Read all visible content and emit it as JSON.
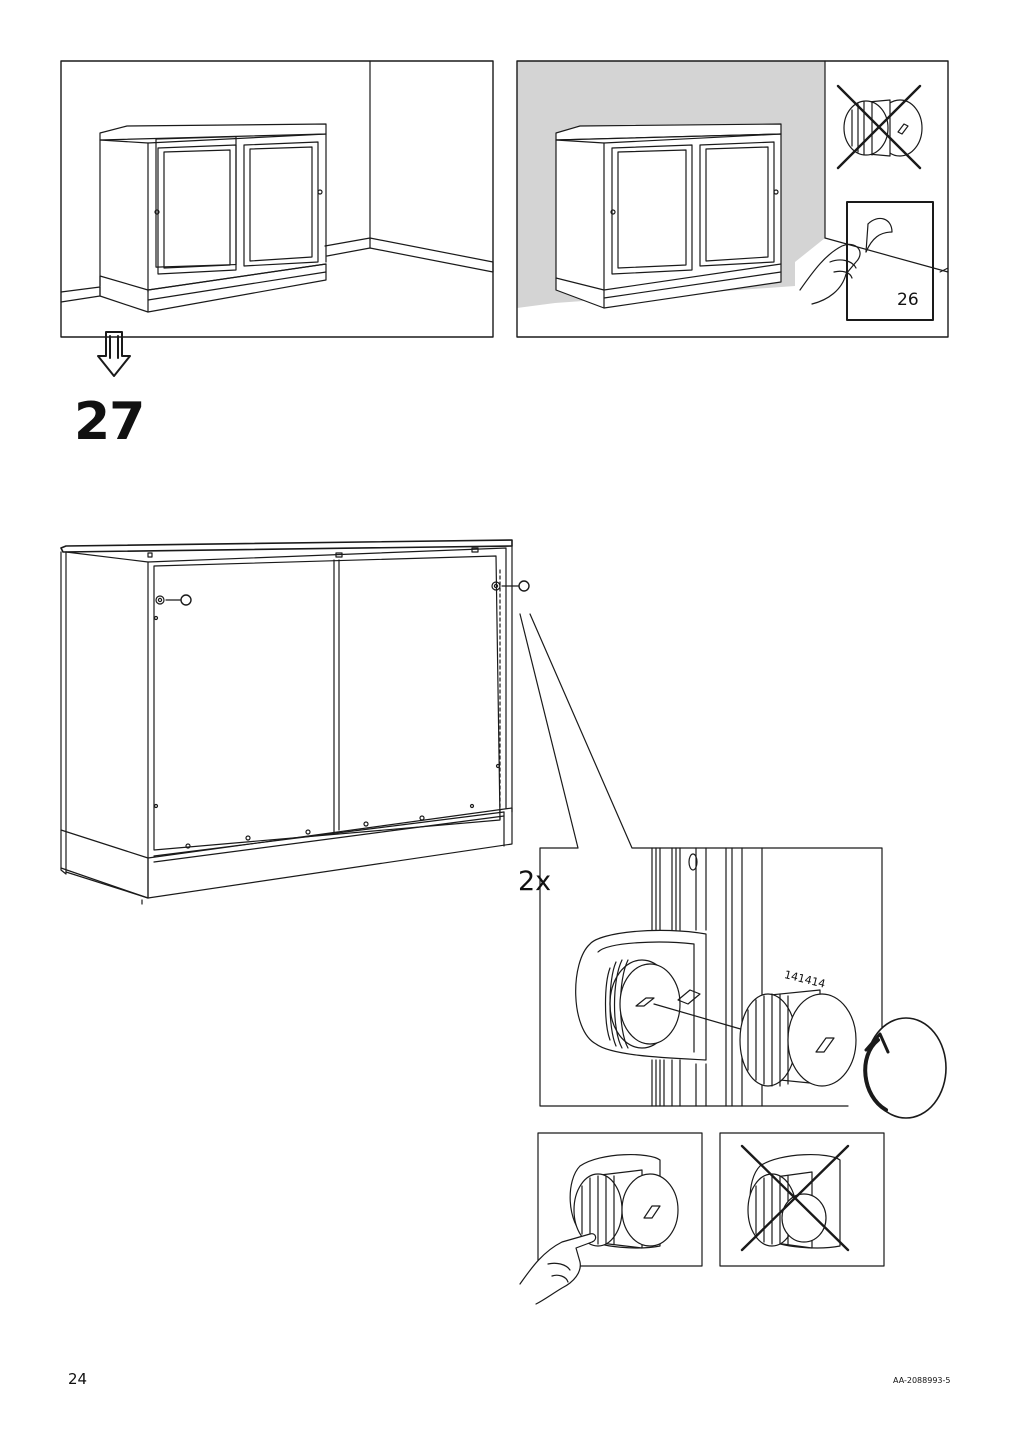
{
  "page": {
    "step_number": "27",
    "quantity": "2x",
    "part_number": "141414",
    "reference_step": "26",
    "page_number": "24",
    "document_code": "AA-2088993-5"
  },
  "icons": [
    "arrow-down-icon",
    "cross-out-icon",
    "peel-sticker-icon",
    "rotate-arrow-icon",
    "pointing-hand-icon"
  ],
  "colors": {
    "line": "#1a1a1a",
    "wall_shade": "#d4d4d4",
    "paper": "#ffffff"
  }
}
